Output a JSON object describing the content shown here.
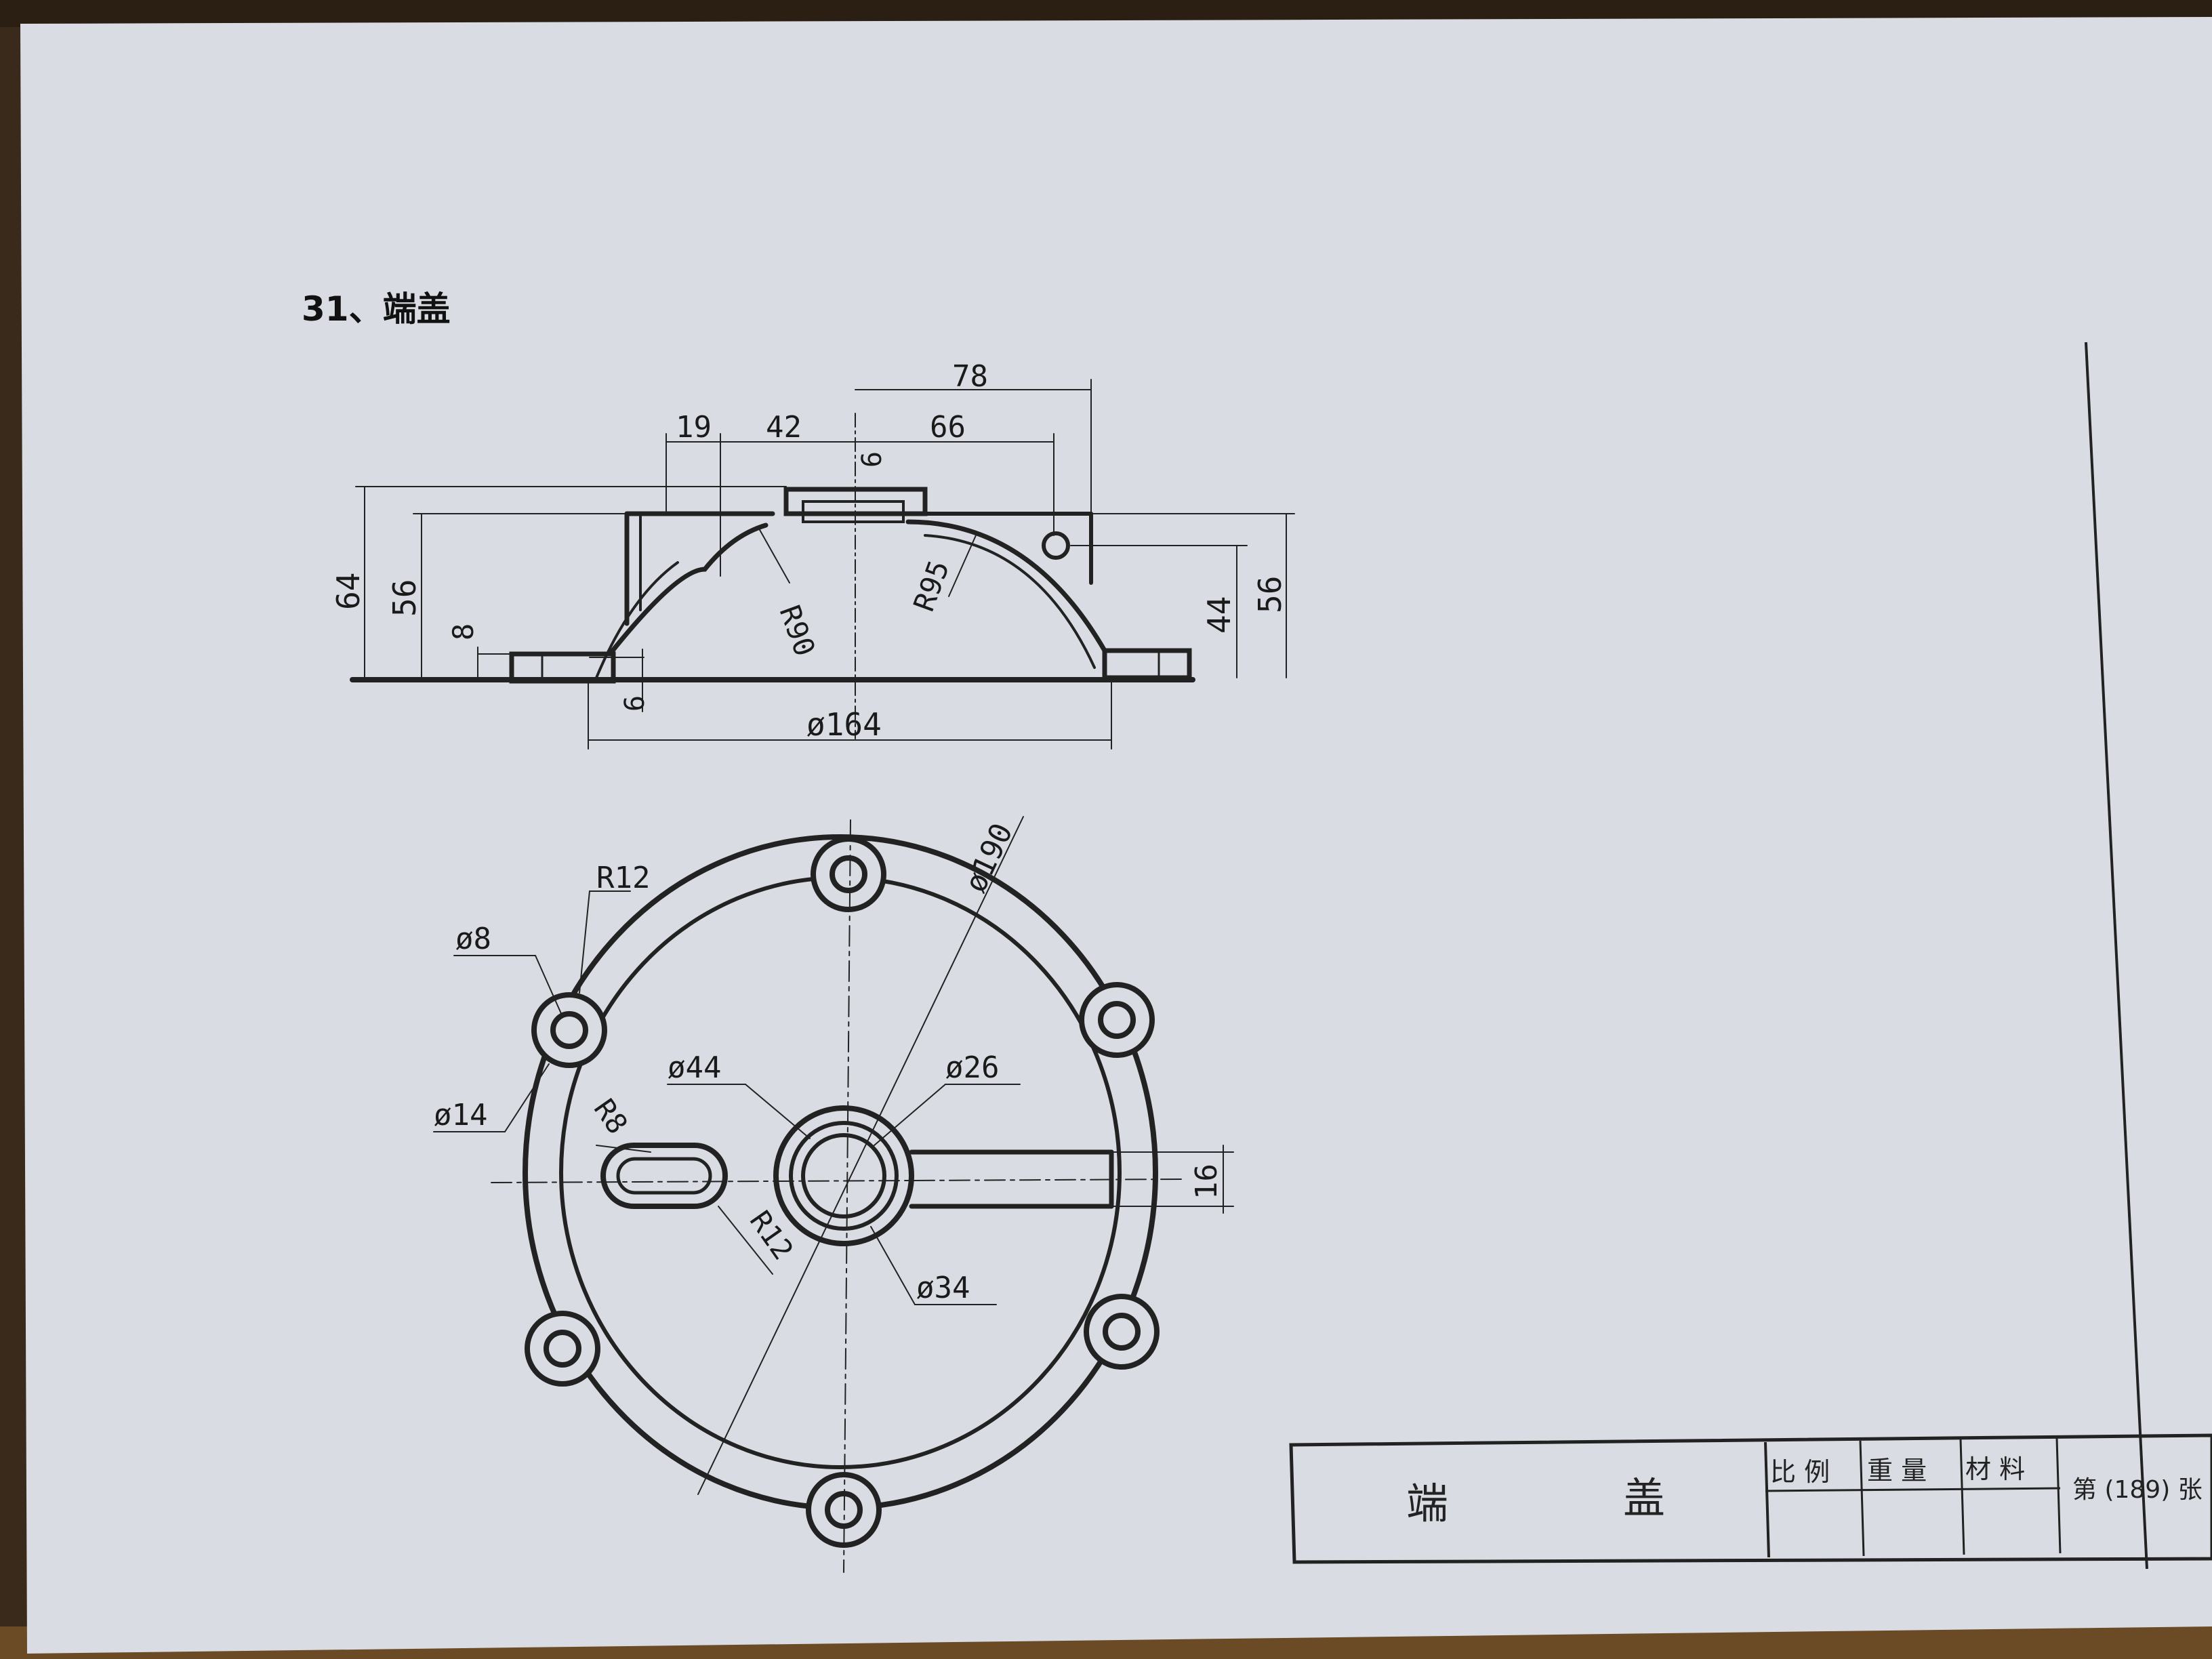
{
  "title": "31、端盖",
  "section_view": {
    "dims": {
      "d78": "78",
      "d19": "19",
      "d42": "42",
      "d66": "66",
      "d6_top": "6",
      "d64": "64",
      "d56_left": "56",
      "d8": "8",
      "d6_bottom": "6",
      "d44": "44",
      "d56_right": "56",
      "d164": "ø164",
      "r90": "R90",
      "r95": "R95"
    }
  },
  "plan_view": {
    "dims": {
      "d190": "ø190",
      "r12_top": "R12",
      "d8": "ø8",
      "d14": "ø14",
      "d44": "ø44",
      "d26": "ø26",
      "r8": "R8",
      "r12_slot": "R12",
      "d34": "ø34",
      "d16": "16"
    }
  },
  "title_block": {
    "name_left": "端",
    "name_right": "盖",
    "scale": "比 例",
    "weight": "重 量",
    "material": "材 料",
    "sheet": "第 (189) 张"
  }
}
